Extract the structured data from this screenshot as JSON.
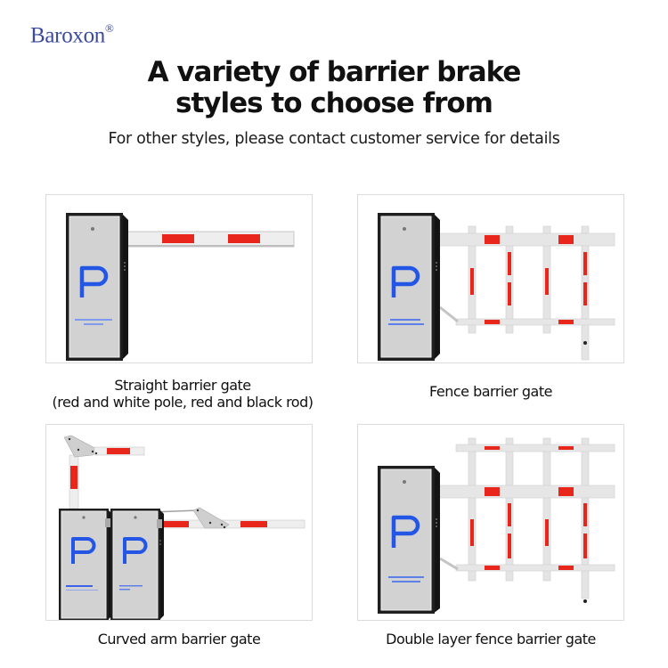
{
  "brand": {
    "name": "Baroxon",
    "mark": "®",
    "color": "#3b4a9b"
  },
  "header": {
    "title_line1": "A variety of barrier brake",
    "title_line2": "styles to choose from",
    "subtitle": "For other styles, please contact customer service for details"
  },
  "colors": {
    "stripe_red": "#e8261c",
    "pole_white": "#eeeeee",
    "cabinet_face": "#d2d2d2",
    "cabinet_frame": "#1e1e1e",
    "logo_blue": "#2456e6",
    "panel_border": "#dcdcdc"
  },
  "products": [
    {
      "id": "straight",
      "caption_line1": "Straight barrier gate",
      "caption_line2": "(red and white pole, red and black rod)",
      "logo": "P"
    },
    {
      "id": "fence",
      "caption_line1": "Fence barrier gate",
      "caption_line2": "",
      "logo": "P"
    },
    {
      "id": "curved",
      "caption_line1": "Curved arm barrier gate",
      "caption_line2": "",
      "logo": "P"
    },
    {
      "id": "double",
      "caption_line1": "Double layer fence barrier gate",
      "caption_line2": "",
      "logo": "P"
    }
  ]
}
